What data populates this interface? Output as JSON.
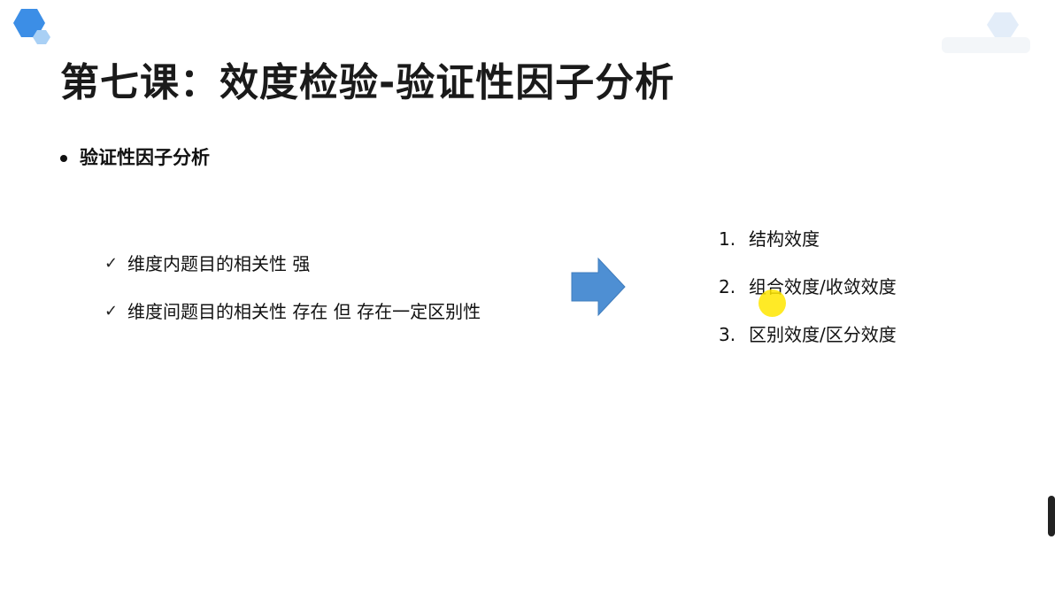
{
  "slide": {
    "title": "第七课：效度检验-验证性因子分析",
    "heading": "验证性因子分析",
    "checks": [
      "维度内题目的相关性 强",
      "维度间题目的相关性 存在 但 存在一定区别性"
    ],
    "results": [
      {
        "num": "1.",
        "text": "结构效度"
      },
      {
        "num": "2.",
        "text": "组合效度/收敛效度"
      },
      {
        "num": "3.",
        "text": "区别效度/区分效度"
      }
    ]
  },
  "icons": {
    "logo": "hexagon-logo-icon",
    "arrow": "right-arrow-icon",
    "check": "check-icon",
    "watermark": "bilibili-watermark-icon"
  },
  "colors": {
    "arrow": "#4e8fd3",
    "logo": "#3c8ee6",
    "highlight": "#ffe600"
  }
}
